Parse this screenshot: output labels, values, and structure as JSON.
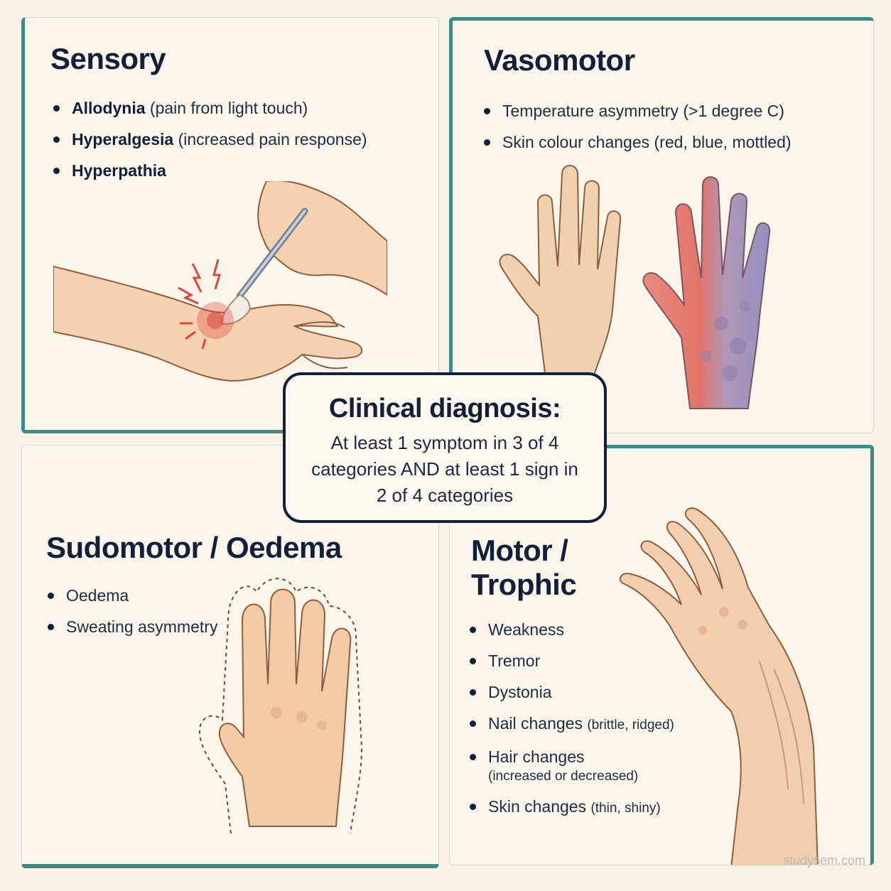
{
  "panels": {
    "sensory": {
      "title": "Sensory",
      "items": [
        {
          "term": "Allodynia",
          "detail": "(pain from light touch)"
        },
        {
          "term": "Hyperalgesia",
          "detail": "(increased pain response)"
        },
        {
          "term": "Hyperpathia",
          "detail": ""
        }
      ]
    },
    "vasomotor": {
      "title": "Vasomotor",
      "items": [
        {
          "term": "Temperature asymmetry (>1 degree C)"
        },
        {
          "term": "Skin colour changes (red, blue, mottled)"
        }
      ]
    },
    "sudomotor": {
      "title": "Sudomotor / Oedema",
      "items": [
        {
          "term": "Oedema"
        },
        {
          "term": "Sweating asymmetry"
        }
      ]
    },
    "motor": {
      "title_line1": "Motor /",
      "title_line2": "Trophic",
      "items": [
        {
          "term": "Weakness",
          "detail": ""
        },
        {
          "term": "Tremor",
          "detail": ""
        },
        {
          "term": "Dystonia",
          "detail": ""
        },
        {
          "term": "Nail changes",
          "detail": "(brittle, ridged)"
        },
        {
          "term": "Hair changes",
          "detail": "(increased or decreased)"
        },
        {
          "term": "Skin changes",
          "detail": "(thin, shiny)"
        }
      ]
    }
  },
  "center": {
    "title": "Clinical diagnosis:",
    "text": "At least 1 symptom in 3 of 4 categories AND at least 1 sign in 2 of 4 categories"
  },
  "watermark": "studysem.com",
  "colors": {
    "accent": "#3e8a88",
    "ink": "#14203a",
    "background": "#f7f1e6",
    "skin": "#f0cba6",
    "pain_red": "#e0443a",
    "vaso_red": "#e7756a",
    "vaso_blue": "#9a93bf"
  }
}
